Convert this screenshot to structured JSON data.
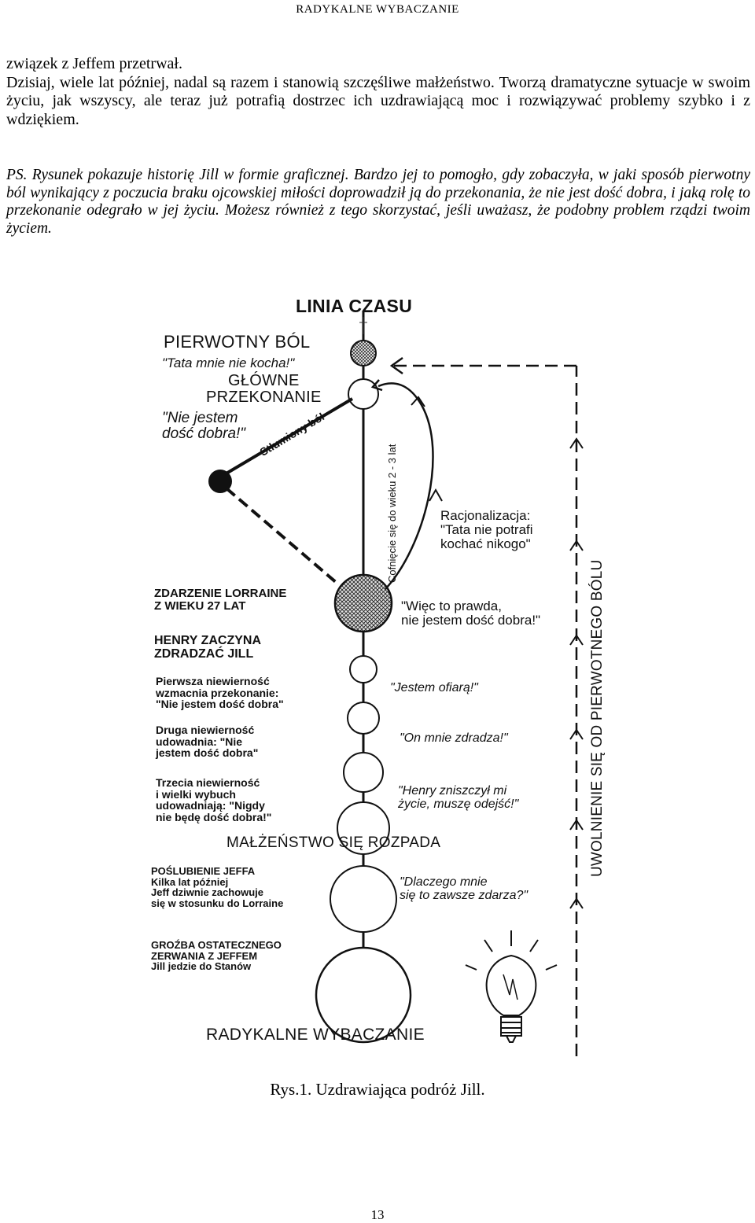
{
  "header": {
    "running_title": "RADYKALNE WYBACZANIE"
  },
  "body": {
    "paragraph1": "związek z Jeffem przetrwał.\nDzisiaj, wiele lat później, nadal są razem i stanowią szczęśliwe małżeństwo. Tworzą dramatyczne sytuacje w swoim życiu, jak wszyscy, ale teraz już potrafią dostrzec ich uzdrawiającą moc i rozwiązywać problemy szybko i z wdziękiem.",
    "paragraph2": "PS. Rysunek pokazuje historię Jill w formie graficznej. Bardzo jej to pomogło, gdy zobaczyła, w jaki sposób pierwotny ból wynikający z poczucia braku ojcowskiej miłości doprowadził ją do przekonania, że nie jest dość dobra, i jaką rolę to przekonanie odegrało w jej życiu. Możesz również z tego skorzystać, jeśli uważasz, że podobny problem rządzi twoim życiem."
  },
  "figure": {
    "title": "LINIA CZASU",
    "primary_pain": "PIERWOTNY BÓL",
    "primary_pain_quote": "\"Tata mnie nie kocha!\"",
    "core_belief": "GŁÓWNE\nPRZEKONANIE",
    "core_belief_quote": "\"Nie jestem\ndość dobra!\"",
    "suppressed_pain": "Stłumiony ból",
    "regression": "Cofnięcie się do wieku 2 - 3 lat",
    "rationalization": "Racjonalizacja:\n\"Tata nie potrafi\nkochać nikogo\"",
    "lorraine_event": "ZDARZENIE LORRAINE\nZ WIEKU 27 LAT",
    "so_its_true": "\"Więc to prawda,\nnie jestem dość dobra!\"",
    "henry_cheats": "HENRY ZACZYNA\nZDRADZAĆ JILL",
    "first_infidelity": "Pierwsza niewierność\nwzmacnia przekonanie:\n\"Nie jestem dość dobra\"",
    "victim": "\"Jestem ofiarą!\"",
    "second_infidelity": "Druga niewierność\nudowadnia: \"Nie\njestem dość dobra\"",
    "cheating_on_me": "\"On mnie zdradza!\"",
    "third_infidelity": "Trzecia niewierność\ni wielki wybuch\nudowadniają: \"Nigdy\nnie będę dość dobra!\"",
    "henry_destroyed": "\"Henry zniszczył mi\nżycie, muszę odejść!\"",
    "marriage_falls_apart": "MAŁŻEŃSTWO SIĘ ROZPADA",
    "marries_jeff": "POŚLUBIENIE JEFFA\nKilka lat później\nJeff dziwnie zachowuje\nsię w stosunku do Lorraine",
    "why_me": "\"Dlaczego mnie\nsię to zawsze zdarza?\"",
    "threat_of_breakup": "GROŹBA OSTATECZNEGO\nZERWANIA Z JEFFEM\nJill jedzie do Stanów",
    "release": "UWOLNIENIE SIĘ OD PIERWOTNEGO BÓLU",
    "radical_forgiveness": "RADYKALNE WYBACZANIE",
    "icons": [
      "light-bulb-icon",
      "dashed-arrow-icon"
    ]
  },
  "caption": "Rys.1. Uzdrawiająca podróż Jill.",
  "page_number": "13"
}
